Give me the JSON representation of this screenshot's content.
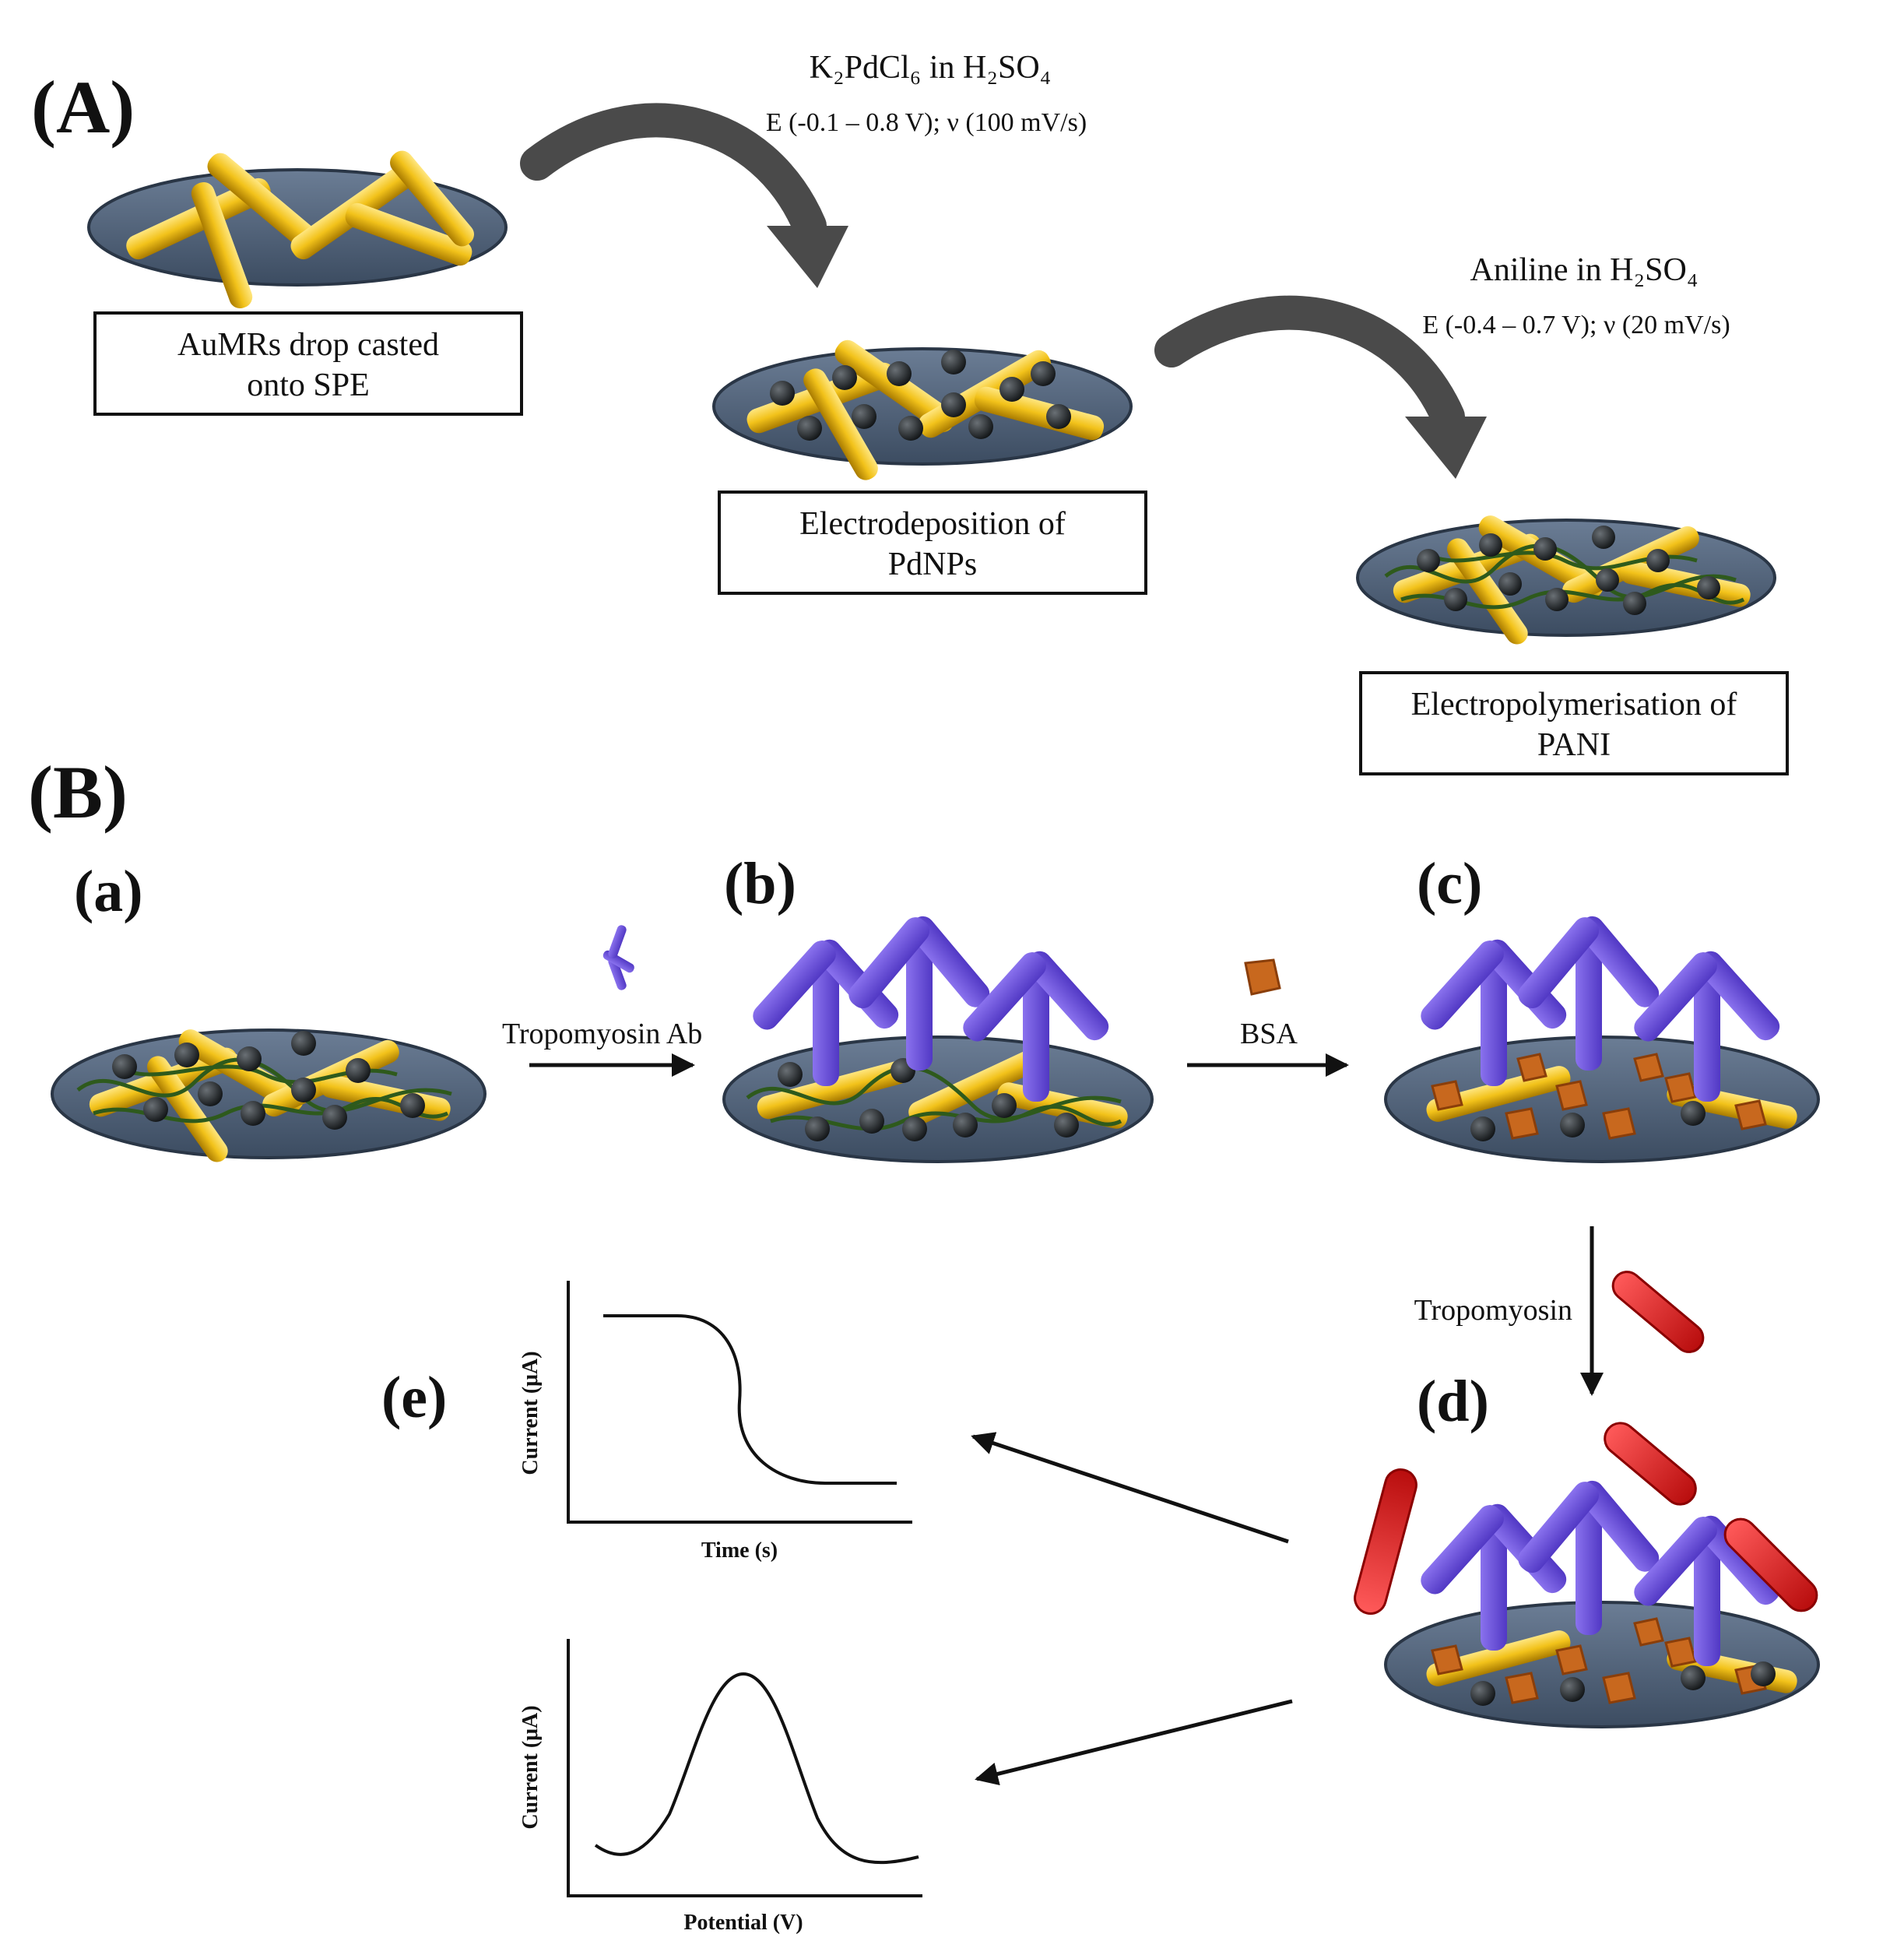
{
  "panels": {
    "A": "(A)",
    "B": "(B)",
    "a": "(a)",
    "b": "(b)",
    "c": "(c)",
    "d": "(d)",
    "e": "(e)"
  },
  "step1": {
    "box_line1": "AuMRs drop casted",
    "box_line2": "onto SPE"
  },
  "step2": {
    "cond_main": "K₂PdCl₆ in H₂SO₄",
    "cond_sub": "E (-0.1 – 0.8 V); ν (100 mV/s)",
    "box_line1": "Electrodeposition of",
    "box_line2": "PdNPs"
  },
  "step3": {
    "cond_main": "Aniline in H₂SO₄",
    "cond_sub": "E (-0.4 – 0.7 V); ν (20 mV/s)",
    "box_line1": "Electropolymerisation of",
    "box_line2": "PANI"
  },
  "arrows": {
    "ab": "Tropomyosin  Ab",
    "bc": "BSA",
    "cd": "Tropomyosin"
  },
  "plots": {
    "top": {
      "ylabel": "Current (μA)",
      "xlabel": "Time (s)"
    },
    "bottom": {
      "ylabel": "Current (μA)",
      "xlabel": "Potential (V)"
    }
  },
  "colors": {
    "electrode": "#4b5d74",
    "gold_rod": "#f2c21a",
    "pd_np": "#1f2326",
    "pani": "#2e5a1c",
    "antibody": "#6a4fd8",
    "bsa": "#c8681e",
    "tropomyosin": "#e01f1f",
    "process_arrow": "#4a4a4a"
  }
}
